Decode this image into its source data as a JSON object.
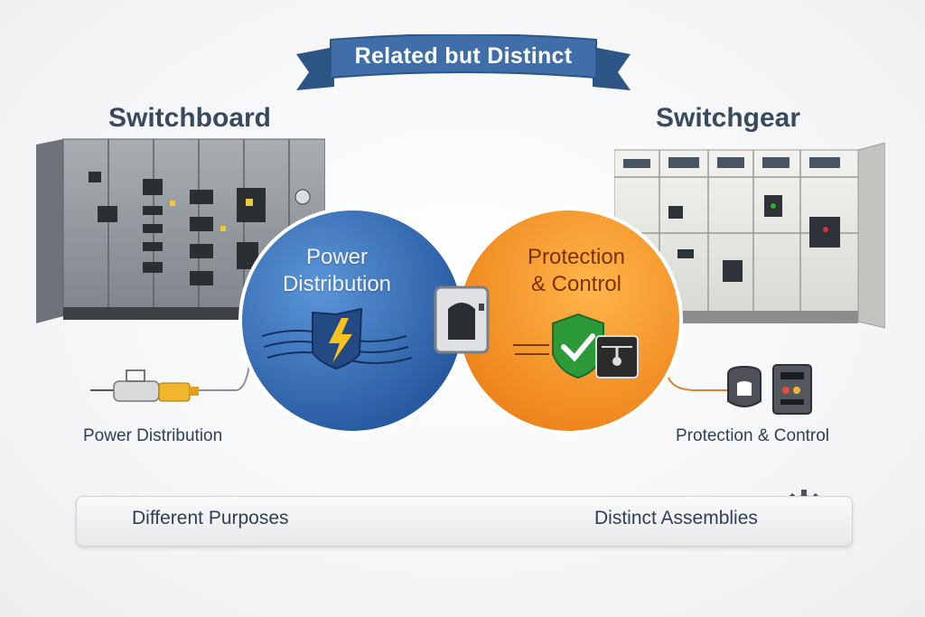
{
  "banner": {
    "text": "Related but Distinct"
  },
  "left": {
    "title": "Switchboard",
    "label": "Power Distribution"
  },
  "right": {
    "title": "Switchgear",
    "label": "Protection & Control"
  },
  "venn": {
    "left_circle": "Power\nDistribution",
    "right_circle": "Protection\n& Control"
  },
  "bottom": {
    "left_text": "Different Purposes",
    "right_text": "Distinct Assemblies"
  },
  "colors": {
    "banner": "#3f6ea8",
    "left_circle": "#2f66b0",
    "right_circle": "#f08a22",
    "overlap": "#3a5f95",
    "title_text": "#3a4a5e"
  }
}
